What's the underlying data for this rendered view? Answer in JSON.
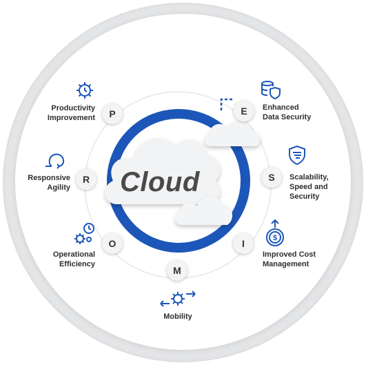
{
  "center": {
    "title": "Cloud"
  },
  "colors": {
    "accent_blue": "#1c56b8",
    "ring_gray": "#e4e5e7",
    "node_fill": "#f4f4f5",
    "text_dark": "#2e2e2e"
  },
  "nodes": [
    {
      "letter": "P",
      "label": "Productivity\nImprovement",
      "icon": "gear-clock-icon"
    },
    {
      "letter": "E",
      "label": "Enhanced\nData Security",
      "icon": "database-shield-icon"
    },
    {
      "letter": "R",
      "label": "Responsive\nAgility",
      "icon": "circular-arrow-icon"
    },
    {
      "letter": "S",
      "label": "Scalability,\nSpeed and\nSecurity",
      "icon": "shield-lines-icon"
    },
    {
      "letter": "O",
      "label": "Operational\nEfficiency",
      "icon": "gears-clock-icon"
    },
    {
      "letter": "I",
      "label": "Improved Cost\nManagement",
      "icon": "dollar-arrow-icon"
    },
    {
      "letter": "M",
      "label": "Mobility",
      "icon": "gear-arrows-icon"
    }
  ]
}
